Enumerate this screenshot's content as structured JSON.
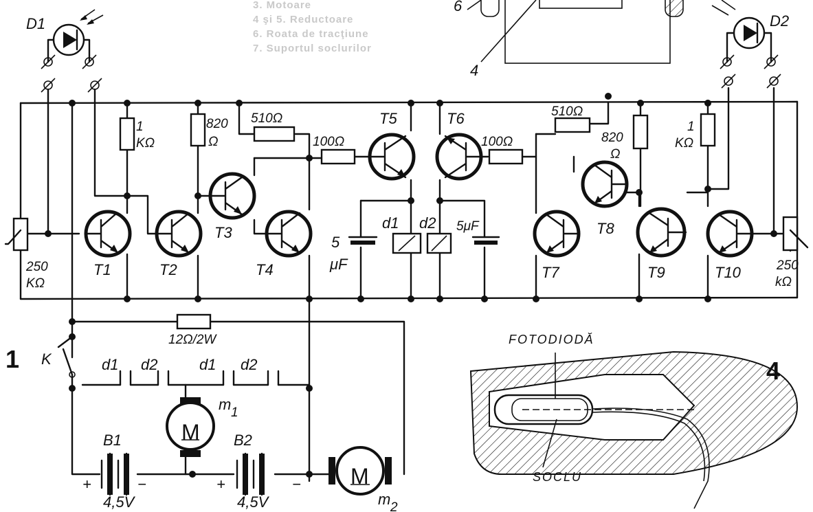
{
  "legend": {
    "line1": "3. Motoare",
    "line2": "4 şi 5. Reductoare",
    "line3": "6. Roata de tracţiune",
    "line4": "7. Suportul soclurilor"
  },
  "figure_numbers": {
    "fig1": "1",
    "fig4": "4",
    "top_6": "6",
    "top_4": "4"
  },
  "photodiodes": {
    "d1": "D1",
    "d2": "D2"
  },
  "transistors": [
    "T1",
    "T2",
    "T3",
    "T4",
    "T5",
    "T6",
    "T7",
    "T8",
    "T9",
    "T10"
  ],
  "resistors": {
    "r1_value": "1",
    "r1_unit": "KΩ",
    "r2_value": "820",
    "r2_unit": "Ω",
    "r3": "510Ω",
    "r4": "100Ω",
    "r5": "100Ω",
    "r6": "510Ω",
    "r7_value": "820",
    "r7_unit": "Ω",
    "r8_value": "1",
    "r8_unit": "KΩ",
    "supply": "12Ω/2W"
  },
  "potentiometers": {
    "left_value": "250",
    "left_unit": "KΩ",
    "right_value": "250",
    "right_unit": "kΩ"
  },
  "capacitors": {
    "c1_value": "5",
    "c1_unit": "μF",
    "c2": "5μF"
  },
  "relays": {
    "d1": "d1",
    "d2": "d2"
  },
  "contacts": [
    "d1",
    "d2",
    "d1",
    "d2"
  ],
  "switch": "K",
  "batteries": {
    "b1": "B1",
    "b2": "B2",
    "voltage": "4,5V",
    "plus": "+",
    "minus": "−"
  },
  "motors": {
    "symbol": "M",
    "m1": "m",
    "m1_sub": "1",
    "m2": "m",
    "m2_sub": "2"
  },
  "fig4": {
    "photodiode": "FOTODIODĂ",
    "socket": "SOCLU"
  }
}
